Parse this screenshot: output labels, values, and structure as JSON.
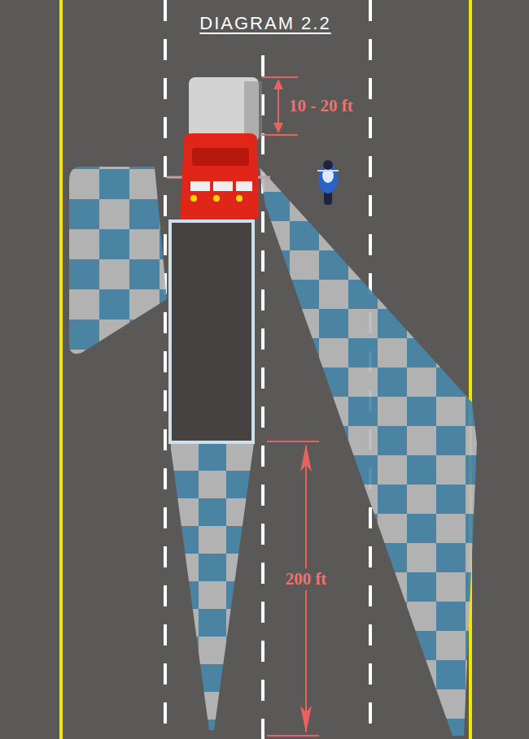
{
  "diagram": {
    "title": "DIAGRAM 2.2",
    "labels": [
      "10 - 20 ft",
      "200 ft"
    ]
  }
}
